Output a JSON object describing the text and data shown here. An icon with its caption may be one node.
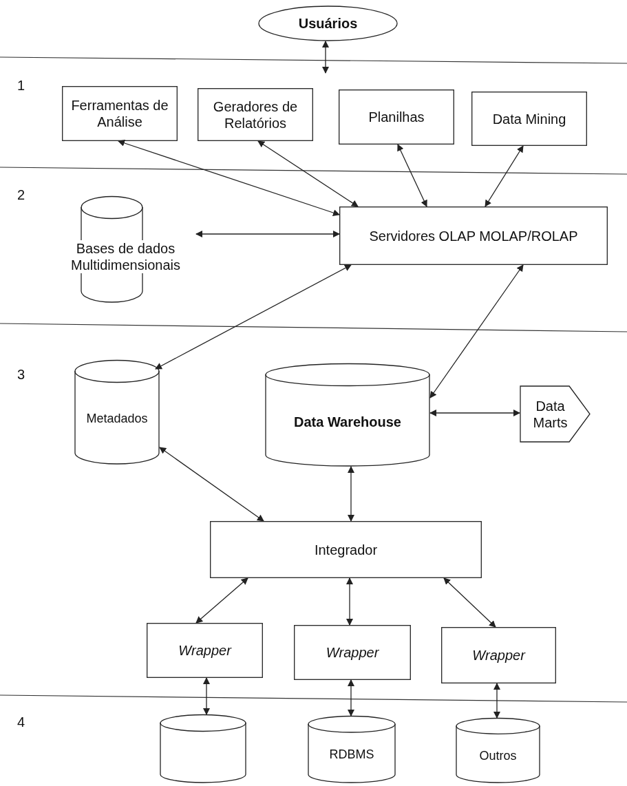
{
  "diagram": {
    "nodes": [
      {
        "text": [
          "Usuários"
        ]
      },
      {
        "text": [
          "Ferramentas de Análise"
        ]
      },
      {
        "text": [
          "Geradores de Relatórios"
        ]
      },
      {
        "text": [
          "Planilhas"
        ]
      },
      {
        "text": [
          "Data Mining"
        ]
      },
      {
        "text": [
          "Bases de dados Multidimensionais"
        ]
      },
      {
        "text": [
          "Servidores OLAP MOLAP/ROLAP"
        ]
      },
      {
        "text": [
          "Metadados"
        ]
      },
      {
        "text": [
          "Data Warehouse"
        ]
      },
      {
        "text": [
          "Data Marts"
        ]
      },
      {
        "text": [
          "Integrador"
        ]
      },
      {
        "text": [
          "Wrapper"
        ]
      },
      {
        "text": [
          "Wrapper"
        ]
      },
      {
        "text": [
          "Wrapper"
        ]
      },
      {
        "text": [],
        "shape": "cylinder"
      },
      {
        "text": [
          "RDBMS"
        ]
      },
      {
        "text": [
          "Outros"
        ]
      }
    ],
    "edges": [
      {
        "from": 0,
        "to": null,
        "arrow": "both"
      },
      {
        "from": 1,
        "to": 6,
        "arrow": "both"
      },
      {
        "from": 2,
        "to": 6,
        "arrow": "both"
      },
      {
        "from": 3,
        "to": 6,
        "arrow": "both"
      },
      {
        "from": 4,
        "to": 6,
        "arrow": "both"
      },
      {
        "from": 5,
        "to": 6,
        "arrow": "both"
      },
      {
        "from": 7,
        "to": 6,
        "arrow": "both"
      },
      {
        "from": 8,
        "to": 6,
        "arrow": "both"
      },
      {
        "from": 8,
        "to": 9,
        "arrow": "both"
      },
      {
        "from": 7,
        "to": 10,
        "arrow": "both"
      },
      {
        "from": 8,
        "to": 10,
        "arrow": "both"
      },
      {
        "from": 10,
        "to": 11,
        "arrow": "both"
      },
      {
        "from": 10,
        "to": 12,
        "arrow": "both"
      },
      {
        "from": 10,
        "to": 13,
        "arrow": "both"
      },
      {
        "from": 11,
        "to": 14,
        "arrow": "both"
      },
      {
        "from": 12,
        "to": 15,
        "arrow": "both"
      },
      {
        "from": 13,
        "to": 16,
        "arrow": "both"
      }
    ],
    "labels": [
      "1",
      "2",
      "3",
      "4"
    ]
  }
}
